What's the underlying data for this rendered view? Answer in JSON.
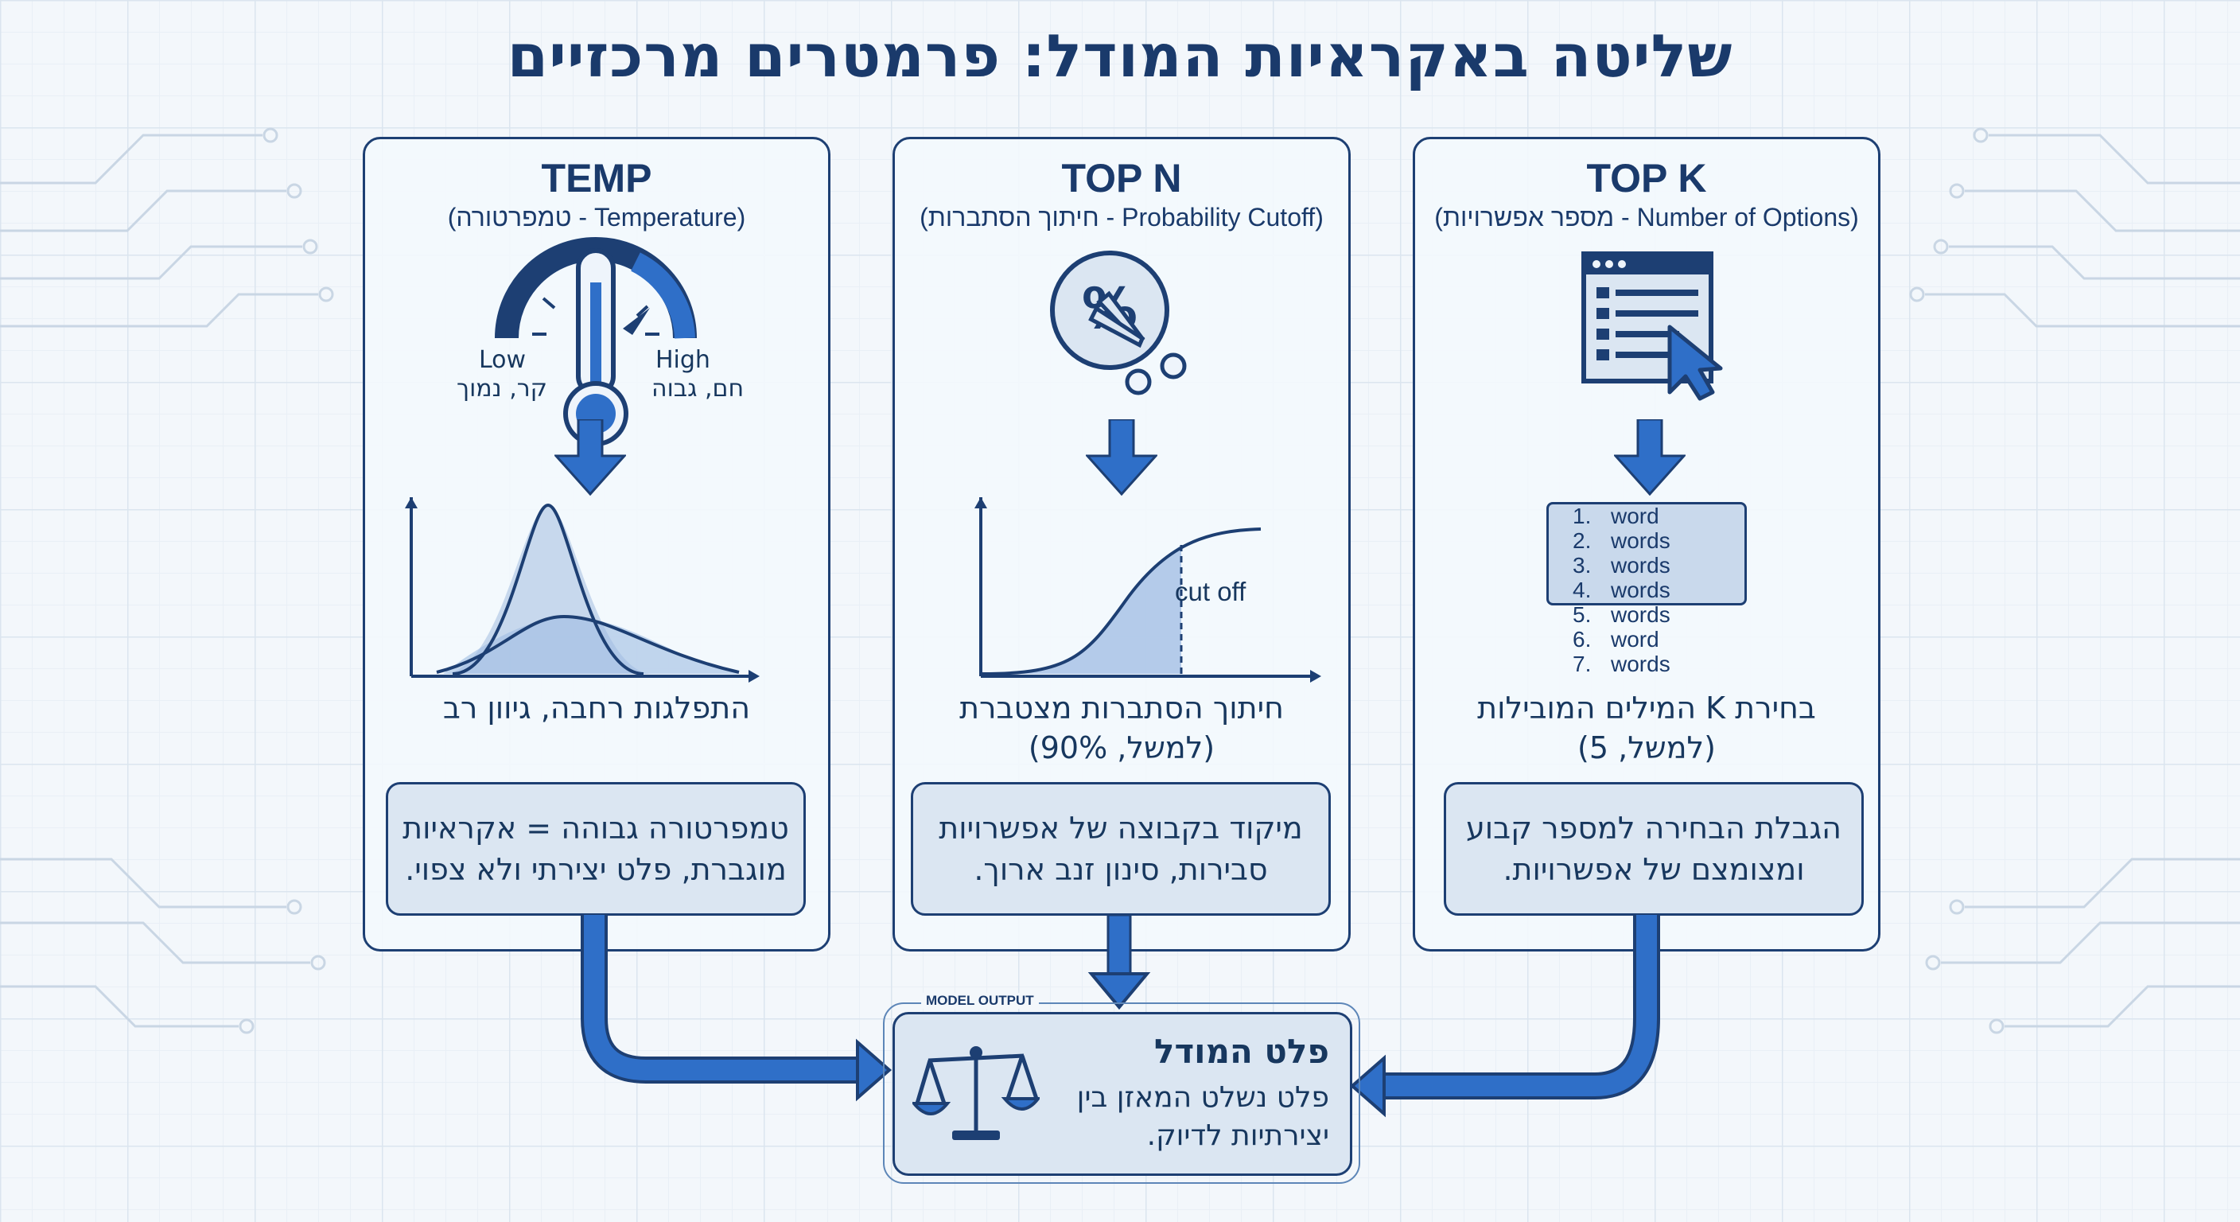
{
  "title": "שליטה באקראיות המודל: פרמטרים מרכזיים",
  "panels": {
    "temp": {
      "title": "TEMP",
      "subtitle": "(טמפרטורה - Temperature)",
      "low_label": "Low",
      "low_sub": "קר, נמוך",
      "high_label": "High",
      "high_sub": "חם, גבוה",
      "caption": "התפלגות רחבה, גיוון רב",
      "summary_line1": "טמפרטורה גבוהה = אקראיות",
      "summary_line2": "מוגברת, פלט יצירתי ולא צפוי."
    },
    "topn": {
      "title": "TOP N",
      "subtitle": "(חיתוך הסתברות - Probability Cutoff)",
      "cutoff_label": "cut off",
      "caption_line1": "חיתוך הסתברות מצטברת",
      "caption_line2": "(למשל, 90%)",
      "summary_line1": "מיקוד בקבוצה של אפשרויות",
      "summary_line2": "סבירות, סינון זנב ארוך."
    },
    "topk": {
      "title": "TOP K",
      "subtitle": "(מספר אפשרויות - Number of Options)",
      "list": [
        {
          "num": "1.",
          "word": "word"
        },
        {
          "num": "2.",
          "word": "words"
        },
        {
          "num": "3.",
          "word": "words"
        },
        {
          "num": "4.",
          "word": "words"
        },
        {
          "num": "5.",
          "word": "words"
        },
        {
          "num": "6.",
          "word": "word"
        },
        {
          "num": "7.",
          "word": "words"
        }
      ],
      "caption_line1": "בחירת K המילים המובילות",
      "caption_line2": "(למשל, 5)",
      "summary_line1": "הגבלת הבחירה למספר קבוע",
      "summary_line2": "ומצומצם של אפשרויות."
    }
  },
  "output": {
    "tag": "MODEL OUTPUT",
    "title": "פלט המודל",
    "line1": "פלט נשלט המאזן בין",
    "line2": "יצירתיות לדיוק."
  },
  "colors": {
    "navy": "#1a3a6b",
    "accent_blue": "#2f6fc8",
    "fill_light": "#dbe6f2"
  },
  "icons": [
    "thermometer-gauge-icon",
    "percent-scissors-icon",
    "list-cursor-icon",
    "balance-scale-icon",
    "arrow-down-icon"
  ]
}
